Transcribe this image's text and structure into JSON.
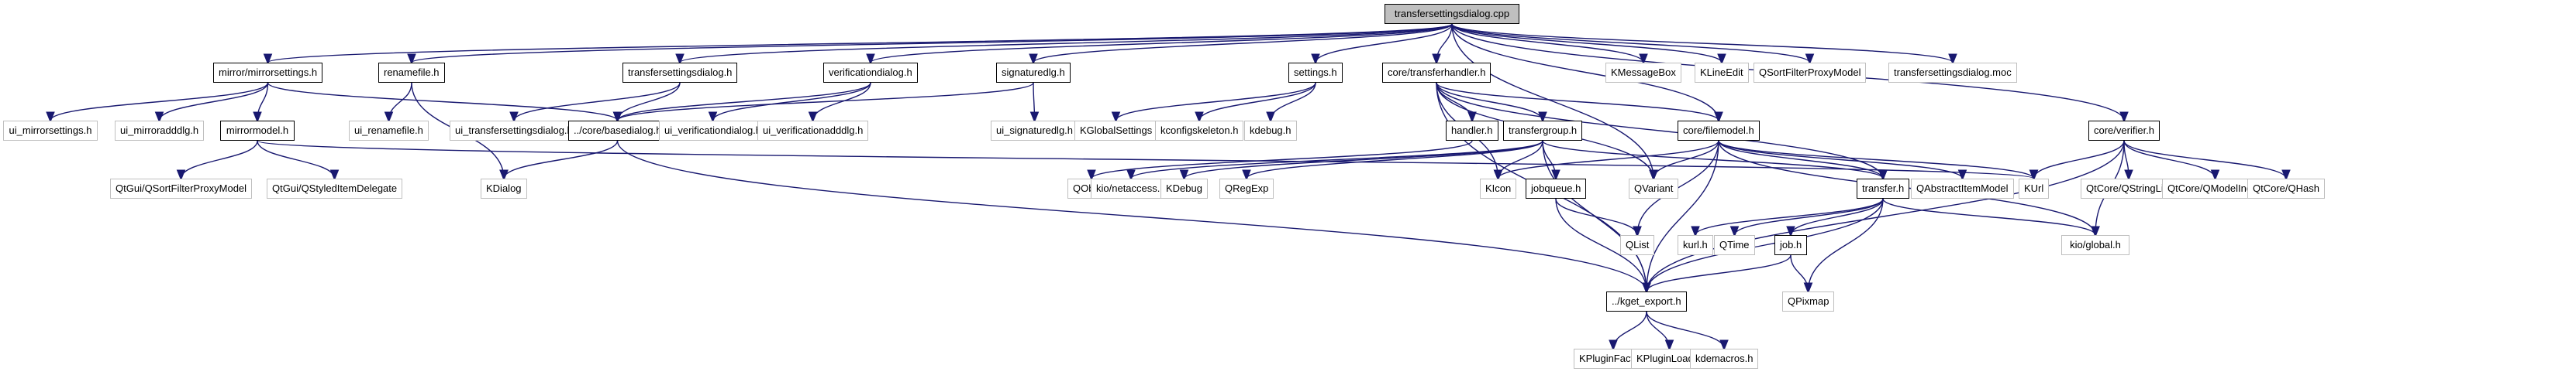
{
  "title": "transfersettingsdialog.cpp include dependency graph",
  "colors": {
    "edge": "#191970",
    "root_fill": "#bfbfbf",
    "local_border": "#000000",
    "external_border": "#bfbfbf"
  },
  "nodes": [
    {
      "id": "root",
      "label": "transfersettingsdialog.cpp",
      "kind": "root"
    },
    {
      "id": "mirrorsettings",
      "label": "mirror/mirrorsettings.h",
      "kind": "local"
    },
    {
      "id": "renamefile",
      "label": "renamefile.h",
      "kind": "local"
    },
    {
      "id": "tsd_h",
      "label": "transfersettingsdialog.h",
      "kind": "local"
    },
    {
      "id": "verificationdialog",
      "label": "verificationdialog.h",
      "kind": "local"
    },
    {
      "id": "signaturedlg",
      "label": "signaturedlg.h",
      "kind": "local"
    },
    {
      "id": "settings",
      "label": "settings.h",
      "kind": "local"
    },
    {
      "id": "transferhandler",
      "label": "core/transferhandler.h",
      "kind": "local"
    },
    {
      "id": "kmessagebox",
      "label": "KMessageBox",
      "kind": "ext"
    },
    {
      "id": "klineedit",
      "label": "KLineEdit",
      "kind": "ext"
    },
    {
      "id": "qsfpm",
      "label": "QSortFilterProxyModel",
      "kind": "ext"
    },
    {
      "id": "moc",
      "label": "transfersettingsdialog.moc",
      "kind": "ext"
    },
    {
      "id": "ui_mirrorsettings",
      "label": "ui_mirrorsettings.h",
      "kind": "ext"
    },
    {
      "id": "ui_mirroradddlg",
      "label": "ui_mirroradddlg.h",
      "kind": "ext"
    },
    {
      "id": "mirrormodel",
      "label": "mirrormodel.h",
      "kind": "local"
    },
    {
      "id": "ui_renamefile",
      "label": "ui_renamefile.h",
      "kind": "ext"
    },
    {
      "id": "ui_tsd",
      "label": "ui_transfersettingsdialog.h",
      "kind": "ext"
    },
    {
      "id": "basedialog",
      "label": "../core/basedialog.h",
      "kind": "local"
    },
    {
      "id": "ui_verificationdialog",
      "label": "ui_verificationdialog.h",
      "kind": "ext"
    },
    {
      "id": "ui_verificationadddlg",
      "label": "ui_verificationadddlg.h",
      "kind": "ext"
    },
    {
      "id": "ui_signaturedlg",
      "label": "ui_signaturedlg.h",
      "kind": "ext"
    },
    {
      "id": "kglobalsettings",
      "label": "KGlobalSettings",
      "kind": "ext"
    },
    {
      "id": "kconfigskeleton",
      "label": "kconfigskeleton.h",
      "kind": "ext"
    },
    {
      "id": "kdebug_h",
      "label": "kdebug.h",
      "kind": "ext"
    },
    {
      "id": "handler",
      "label": "handler.h",
      "kind": "local"
    },
    {
      "id": "transfergroup",
      "label": "transfergroup.h",
      "kind": "local"
    },
    {
      "id": "filemodel",
      "label": "core/filemodel.h",
      "kind": "local"
    },
    {
      "id": "verifier",
      "label": "core/verifier.h",
      "kind": "local"
    },
    {
      "id": "qtgui_qsfpm",
      "label": "QtGui/QSortFilterProxyModel",
      "kind": "ext"
    },
    {
      "id": "qtgui_qsid",
      "label": "QtGui/QStyledItemDelegate",
      "kind": "ext"
    },
    {
      "id": "kdialog",
      "label": "KDialog",
      "kind": "ext"
    },
    {
      "id": "qobject",
      "label": "QObject",
      "kind": "ext"
    },
    {
      "id": "netaccess",
      "label": "kio/netaccess.h",
      "kind": "ext"
    },
    {
      "id": "kdebug",
      "label": "KDebug",
      "kind": "ext"
    },
    {
      "id": "qregexp",
      "label": "QRegExp",
      "kind": "ext"
    },
    {
      "id": "kicon",
      "label": "KIcon",
      "kind": "ext"
    },
    {
      "id": "jobqueue",
      "label": "jobqueue.h",
      "kind": "local"
    },
    {
      "id": "qvariant",
      "label": "QVariant",
      "kind": "ext"
    },
    {
      "id": "transfer",
      "label": "transfer.h",
      "kind": "local"
    },
    {
      "id": "qabstractitemmodel",
      "label": "QAbstractItemModel",
      "kind": "ext"
    },
    {
      "id": "kurl",
      "label": "KUrl",
      "kind": "ext"
    },
    {
      "id": "qstringlist",
      "label": "QtCore/QStringList",
      "kind": "ext"
    },
    {
      "id": "qmodelindex",
      "label": "QtCore/QModelIndex",
      "kind": "ext"
    },
    {
      "id": "qhash",
      "label": "QtCore/QHash",
      "kind": "ext"
    },
    {
      "id": "qlist",
      "label": "QList",
      "kind": "ext"
    },
    {
      "id": "kurl_h",
      "label": "kurl.h",
      "kind": "ext"
    },
    {
      "id": "qtime",
      "label": "QTime",
      "kind": "ext"
    },
    {
      "id": "job",
      "label": "job.h",
      "kind": "local"
    },
    {
      "id": "kioglobal",
      "label": "kio/global.h",
      "kind": "ext"
    },
    {
      "id": "kget_export",
      "label": "../kget_export.h",
      "kind": "local"
    },
    {
      "id": "qpixmap",
      "label": "QPixmap",
      "kind": "ext"
    },
    {
      "id": "kpluginfactory",
      "label": "KPluginFactory",
      "kind": "ext"
    },
    {
      "id": "kpluginloader",
      "label": "KPluginLoader",
      "kind": "ext"
    },
    {
      "id": "kdemacros",
      "label": "kdemacros.h",
      "kind": "ext"
    }
  ],
  "edges": [
    [
      "root",
      "mirrorsettings"
    ],
    [
      "root",
      "renamefile"
    ],
    [
      "root",
      "tsd_h"
    ],
    [
      "root",
      "verificationdialog"
    ],
    [
      "root",
      "signaturedlg"
    ],
    [
      "root",
      "settings"
    ],
    [
      "root",
      "transferhandler"
    ],
    [
      "root",
      "kmessagebox"
    ],
    [
      "root",
      "klineedit"
    ],
    [
      "root",
      "qsfpm"
    ],
    [
      "root",
      "moc"
    ],
    [
      "root",
      "filemodel"
    ],
    [
      "root",
      "verifier"
    ],
    [
      "root",
      "qvariant"
    ],
    [
      "mirrorsettings",
      "ui_mirrorsettings"
    ],
    [
      "mirrorsettings",
      "ui_mirroradddlg"
    ],
    [
      "mirrorsettings",
      "mirrormodel"
    ],
    [
      "mirrorsettings",
      "basedialog"
    ],
    [
      "mirrormodel",
      "qtgui_qsfpm"
    ],
    [
      "mirrormodel",
      "qtgui_qsid"
    ],
    [
      "mirrormodel",
      "kurl"
    ],
    [
      "renamefile",
      "ui_renamefile"
    ],
    [
      "renamefile",
      "kdialog"
    ],
    [
      "tsd_h",
      "ui_tsd"
    ],
    [
      "tsd_h",
      "basedialog"
    ],
    [
      "verificationdialog",
      "basedialog"
    ],
    [
      "verificationdialog",
      "ui_verificationdialog"
    ],
    [
      "verificationdialog",
      "ui_verificationadddlg"
    ],
    [
      "signaturedlg",
      "basedialog"
    ],
    [
      "signaturedlg",
      "ui_signaturedlg"
    ],
    [
      "settings",
      "kglobalsettings"
    ],
    [
      "settings",
      "kconfigskeleton"
    ],
    [
      "settings",
      "kdebug_h"
    ],
    [
      "basedialog",
      "kdialog"
    ],
    [
      "basedialog",
      "kget_export"
    ],
    [
      "transferhandler",
      "handler"
    ],
    [
      "transferhandler",
      "transfergroup"
    ],
    [
      "transferhandler",
      "filemodel"
    ],
    [
      "transferhandler",
      "kget_export"
    ],
    [
      "transferhandler",
      "transfer"
    ],
    [
      "transferhandler",
      "qvariant"
    ],
    [
      "transferhandler",
      "kicon"
    ],
    [
      "handler",
      "qobject"
    ],
    [
      "transfergroup",
      "netaccess"
    ],
    [
      "transfergroup",
      "kdebug"
    ],
    [
      "transfergroup",
      "qregexp"
    ],
    [
      "transfergroup",
      "kicon"
    ],
    [
      "transfergroup",
      "jobqueue"
    ],
    [
      "transfergroup",
      "transfer"
    ],
    [
      "transfergroup",
      "kget_export"
    ],
    [
      "filemodel",
      "kicon"
    ],
    [
      "filemodel",
      "qvariant"
    ],
    [
      "filemodel",
      "transfer"
    ],
    [
      "filemodel",
      "qabstractitemmodel"
    ],
    [
      "filemodel",
      "kurl"
    ],
    [
      "filemodel",
      "qlist"
    ],
    [
      "filemodel",
      "kget_export"
    ],
    [
      "filemodel",
      "kioglobal"
    ],
    [
      "verifier",
      "kurl"
    ],
    [
      "verifier",
      "qstringlist"
    ],
    [
      "verifier",
      "qmodelindex"
    ],
    [
      "verifier",
      "qhash"
    ],
    [
      "verifier",
      "kget_export"
    ],
    [
      "verifier",
      "kioglobal"
    ],
    [
      "jobqueue",
      "qlist"
    ],
    [
      "jobqueue",
      "kget_export"
    ],
    [
      "transfer",
      "kurl_h"
    ],
    [
      "transfer",
      "qtime"
    ],
    [
      "transfer",
      "job"
    ],
    [
      "transfer",
      "kget_export"
    ],
    [
      "transfer",
      "qpixmap"
    ],
    [
      "transfer",
      "kioglobal"
    ],
    [
      "job",
      "kget_export"
    ],
    [
      "job",
      "qpixmap"
    ],
    [
      "kget_export",
      "kpluginfactory"
    ],
    [
      "kget_export",
      "kpluginloader"
    ],
    [
      "kget_export",
      "kdemacros"
    ]
  ]
}
